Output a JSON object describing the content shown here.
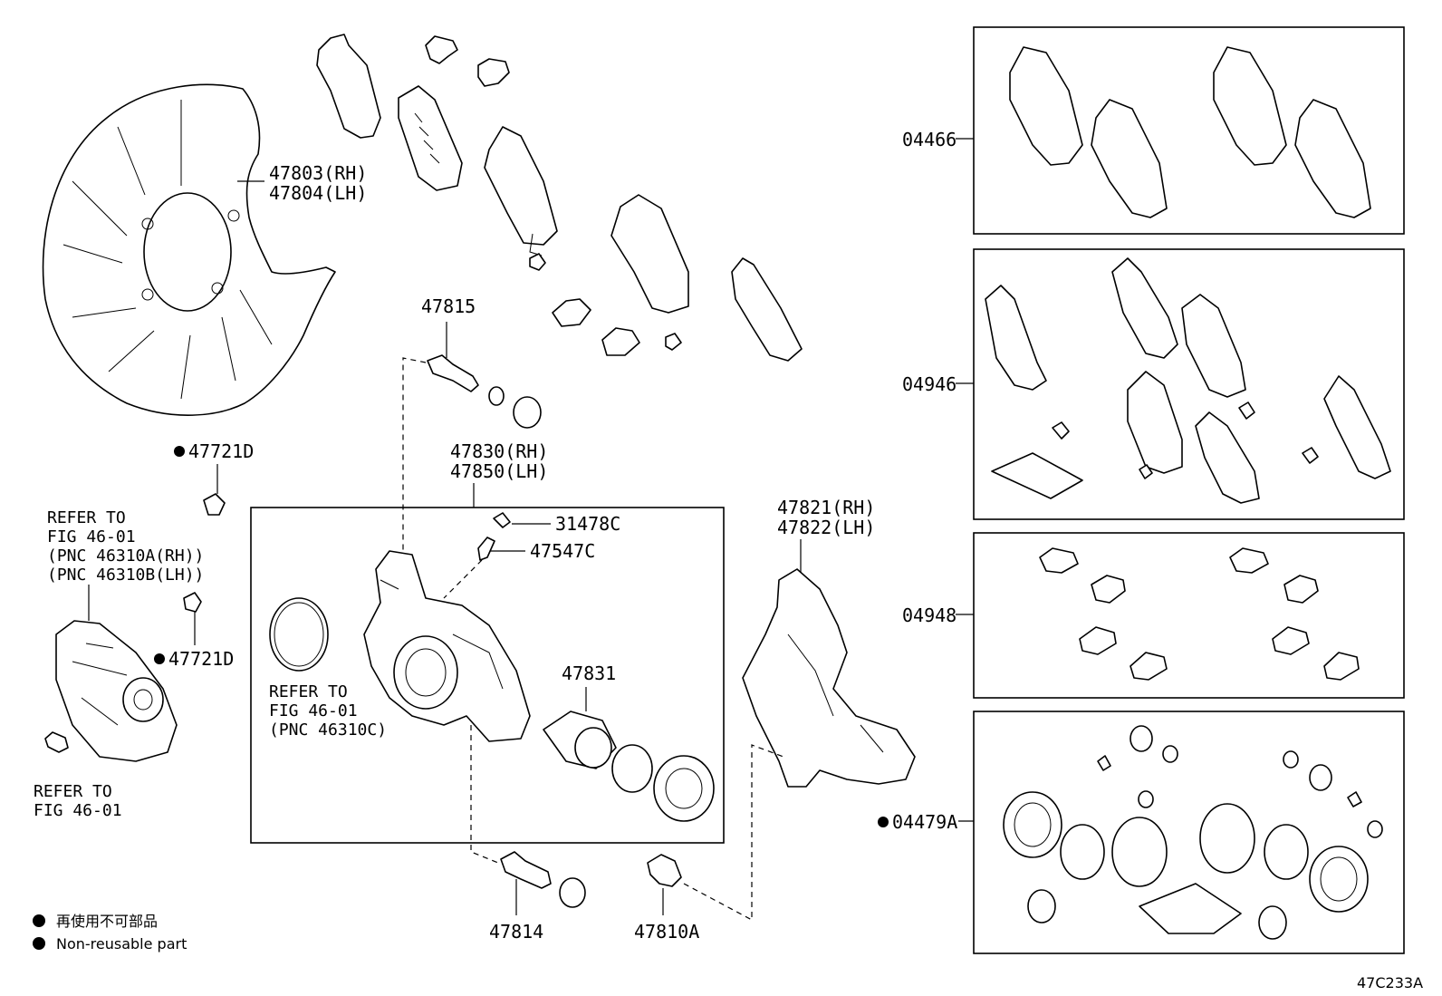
{
  "diagram": {
    "figure_code": "47C233A",
    "labels": {
      "p47803": "47803(RH)",
      "p47804": "47804(LH)",
      "p47815": "47815",
      "p47721d_a": "47721D",
      "p47721d_b": "47721D",
      "p47830": "47830(RH)",
      "p47850": "47850(LH)",
      "p31478c": "31478C",
      "p47547c": "47547C",
      "p47831": "47831",
      "p47821": "47821(RH)",
      "p47822": "47822(LH)",
      "p47814": "47814",
      "p47810a": "47810A",
      "p04466": "04466",
      "p04946": "04946",
      "p04948": "04948",
      "p04479a": "04479A"
    },
    "refs": {
      "motor": [
        "REFER TO",
        "FIG 46-01",
        "(PNC 46310A(RH))",
        "(PNC 46310B(LH))"
      ],
      "seal": [
        "REFER TO",
        "FIG 46-01",
        "(PNC 46310C)"
      ],
      "plug": [
        "REFER TO",
        "FIG 46-01"
      ]
    },
    "legend": {
      "jp": "再使用不可部品",
      "en": "Non-reusable part"
    }
  }
}
